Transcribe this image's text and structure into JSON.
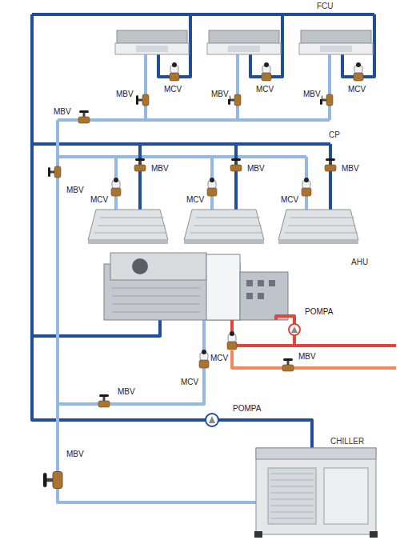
{
  "diagram": {
    "labels": [
      "FCU",
      "MBV",
      "MCV",
      "MBV",
      "MCV",
      "MBV",
      "MCV",
      "MBV",
      "CP",
      "MBV",
      "MBV",
      "MBV",
      "MBV",
      "MCV",
      "MCV",
      "MCV",
      "AHU",
      "POMPA",
      "MBV",
      "MCV",
      "MCV",
      "MBV",
      "POMPA",
      "CHILLER",
      "MBV"
    ]
  }
}
